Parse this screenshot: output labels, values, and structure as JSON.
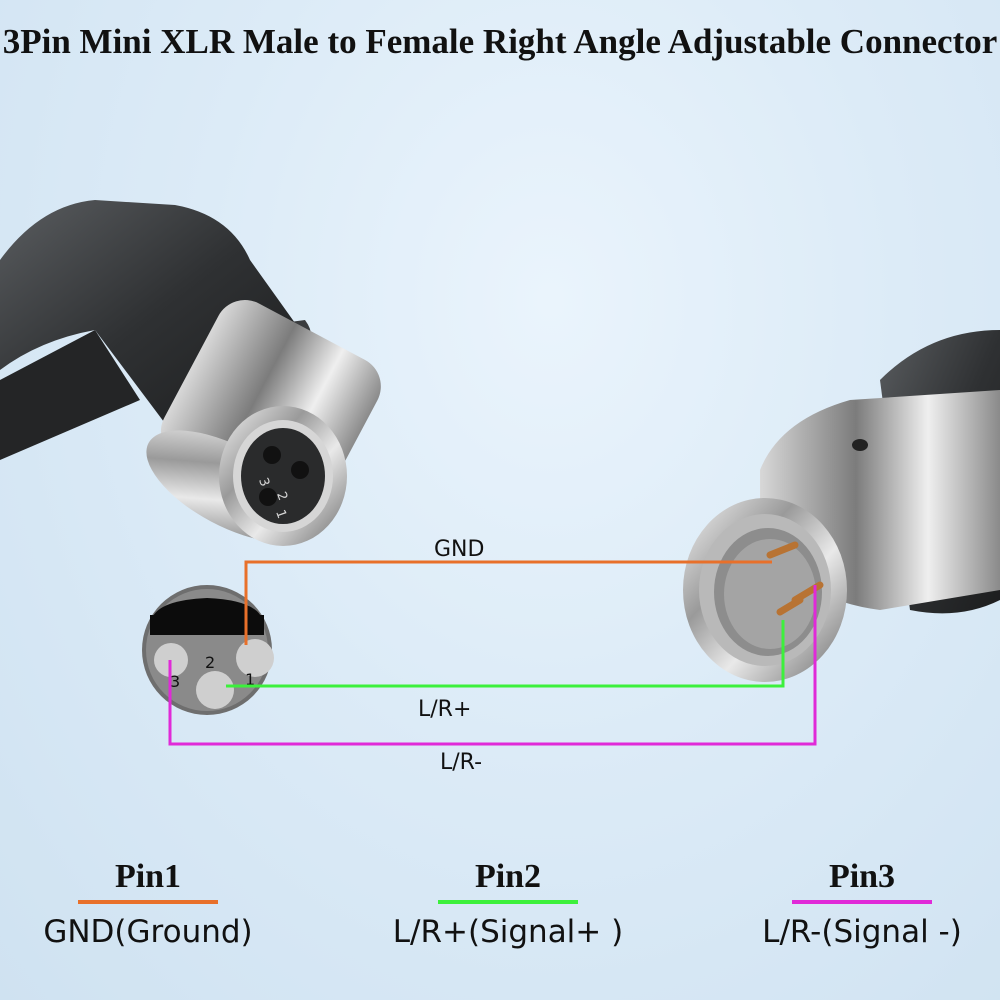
{
  "title": "3Pin Mini XLR Male to Female Right Angle Adjustable Connector",
  "female_connector": {
    "pin_numbers": [
      "3",
      "2",
      "1"
    ]
  },
  "pinout_diagram": {
    "pin_numbers": [
      "1",
      "2",
      "3"
    ]
  },
  "wires": [
    {
      "label": "GND",
      "color": "#e8702a"
    },
    {
      "label": "L/R+",
      "color": "#3cf03c"
    },
    {
      "label": "L/R-",
      "color": "#e02ad8"
    }
  ],
  "legend": [
    {
      "pin": "Pin1",
      "description": "GND(Ground)",
      "color": "#e8702a"
    },
    {
      "pin": "Pin2",
      "description": "L/R+(Signal+ )",
      "color": "#3cf03c"
    },
    {
      "pin": "Pin3",
      "description": "L/R-(Signal -)",
      "color": "#e02ad8"
    }
  ]
}
